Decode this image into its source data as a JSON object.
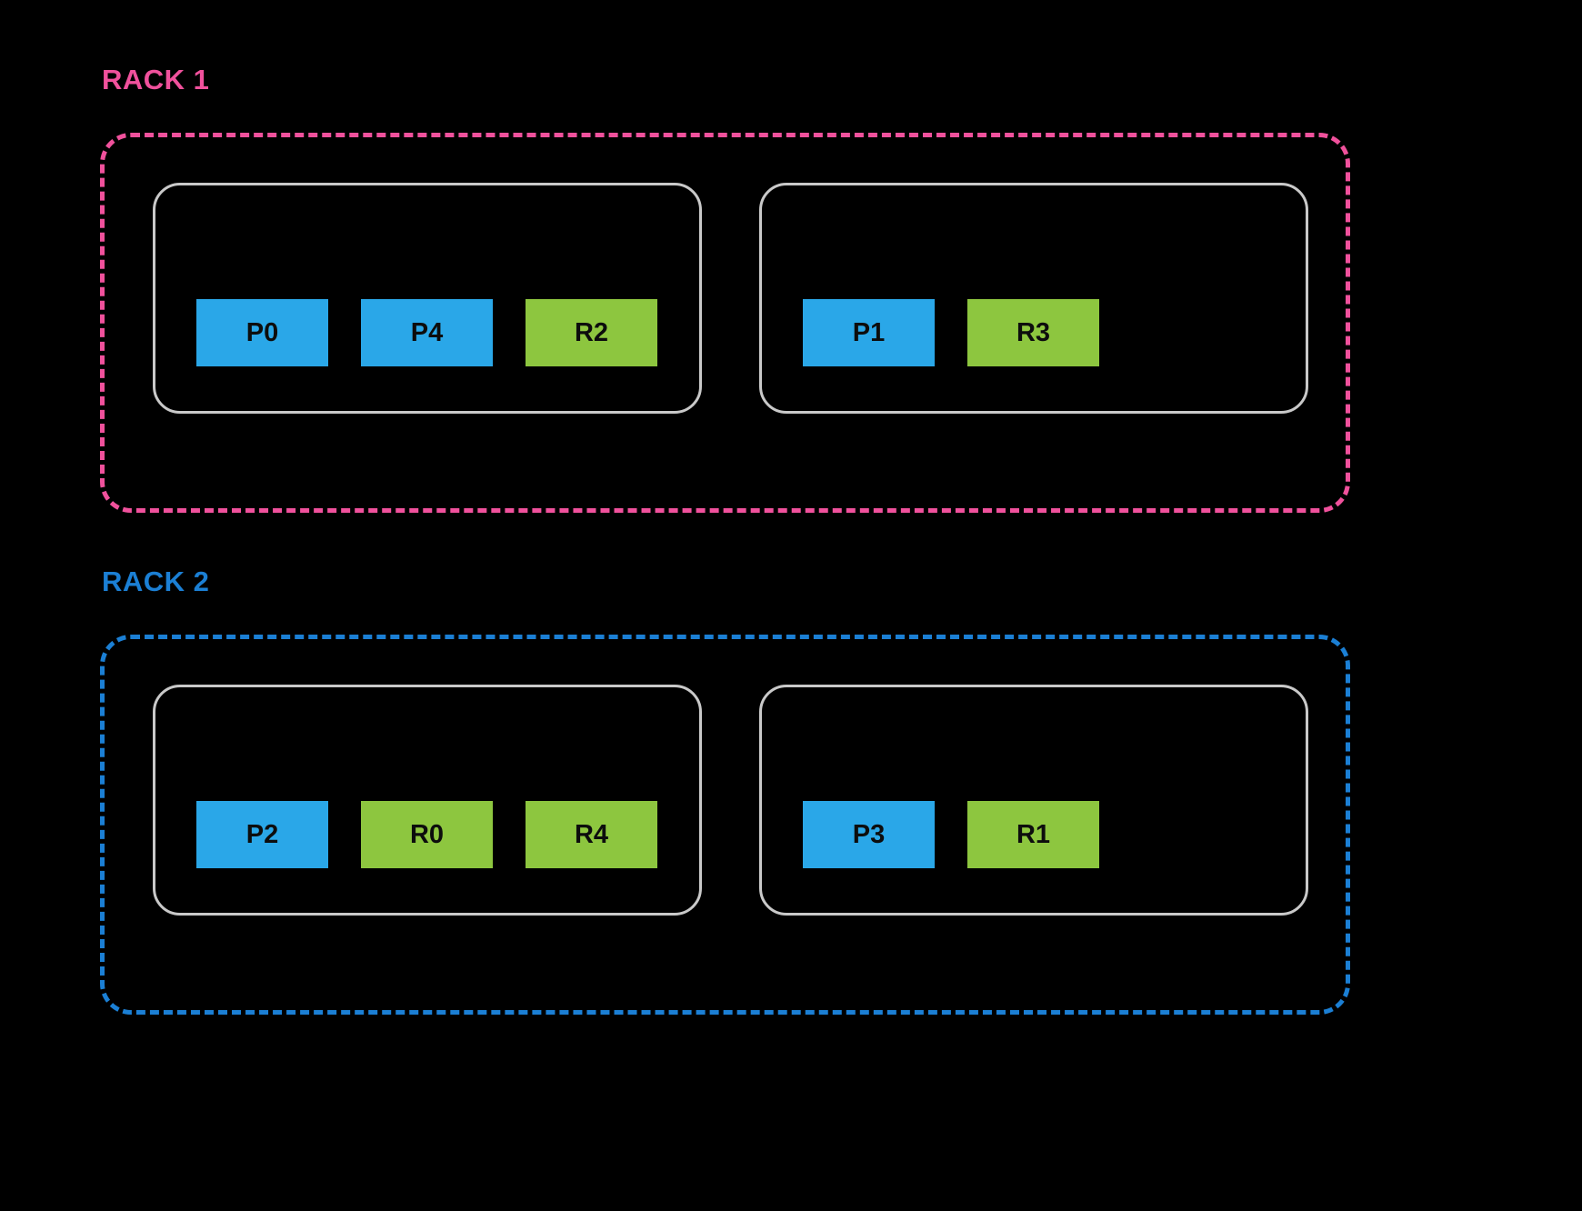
{
  "colors": {
    "background": "#000000",
    "rack1_accent": "#f0519c",
    "rack2_accent": "#1b7fd4",
    "host_border": "#c9c9c9",
    "process_block": "#2aa7e8",
    "replica_block": "#8dc63f",
    "block_text": "#0d0d0d"
  },
  "racks": [
    {
      "label": "RACK 1",
      "hosts": [
        {
          "blocks": [
            {
              "label": "P0",
              "type": "process"
            },
            {
              "label": "P4",
              "type": "process"
            },
            {
              "label": "R2",
              "type": "replica"
            }
          ]
        },
        {
          "blocks": [
            {
              "label": "P1",
              "type": "process"
            },
            {
              "label": "R3",
              "type": "replica"
            }
          ]
        }
      ]
    },
    {
      "label": "RACK 2",
      "hosts": [
        {
          "blocks": [
            {
              "label": "P2",
              "type": "process"
            },
            {
              "label": "R0",
              "type": "replica"
            },
            {
              "label": "R4",
              "type": "replica"
            }
          ]
        },
        {
          "blocks": [
            {
              "label": "P3",
              "type": "process"
            },
            {
              "label": "R1",
              "type": "replica"
            }
          ]
        }
      ]
    }
  ]
}
